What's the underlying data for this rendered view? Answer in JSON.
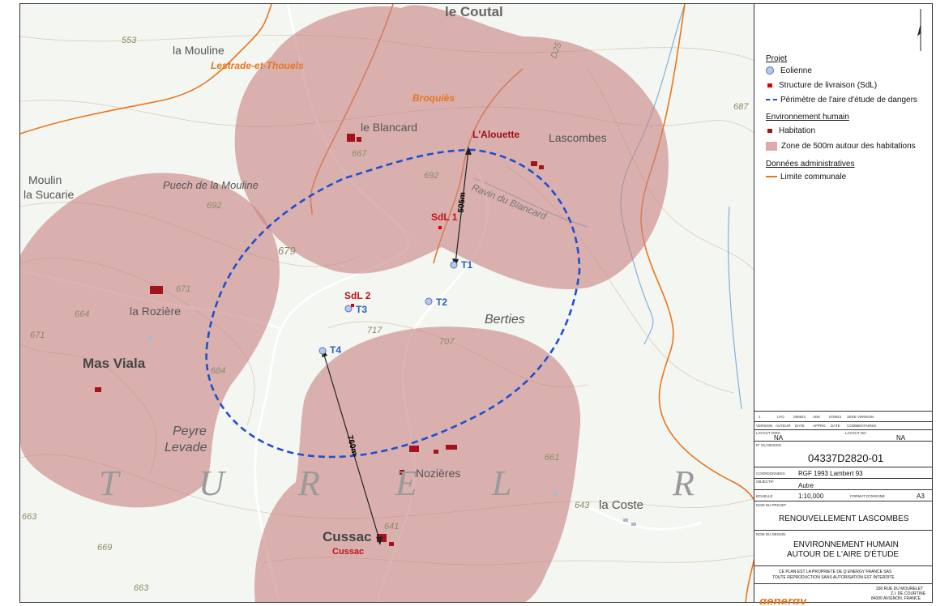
{
  "map": {
    "places": {
      "le_coutal": "le Coutal",
      "la_mouline": "la Mouline",
      "le_blancard": "le Blancard",
      "lascombes": "Lascombes",
      "moulin": "Moulin",
      "la_sucarie": "la Sucarie",
      "puech_de_la_mouline": "Puech de la Mouline",
      "la_roziere": "la Rozière",
      "mas_viala": "Mas Viala",
      "peyre": "Peyre",
      "levade": "Levade",
      "berties": "Berties",
      "nozieres": "Nozières",
      "la_coste": "la Coste",
      "cussac_grey": "Cussac",
      "ravin_du_blancard": "Ravin du Blancard"
    },
    "communes": {
      "lestrade": "Lestrade-et-Thouels",
      "broquies": "Broquiès",
      "cussac": "Cussac"
    },
    "alouette": "L'Alouette",
    "altitudes": [
      "553",
      "687",
      "667",
      "692",
      "692",
      "679",
      "671",
      "664",
      "671",
      "684",
      "717",
      "707",
      "661",
      "643",
      "641",
      "663",
      "669",
      "663",
      "D25"
    ],
    "turel_letters": [
      "T",
      "U",
      "R",
      "E",
      "L",
      "R"
    ],
    "turbines": [
      {
        "label": "T1"
      },
      {
        "label": "T2"
      },
      {
        "label": "T3"
      },
      {
        "label": "T4"
      }
    ],
    "sdl": [
      {
        "label": "SdL 1"
      },
      {
        "label": "SdL 2"
      }
    ],
    "distances": [
      "505m",
      "760m"
    ]
  },
  "legend": {
    "h_projet": "Projet",
    "eolienne": "Eolienne",
    "sdl": "Structure de livraison (SdL)",
    "perimetre": "Périmètre de l'aire d'étude de dangers",
    "h_env": "Environnement humain",
    "habitation": "Habitation",
    "zone": "Zone de 500m autour des habitations",
    "h_admin": "Données administratives",
    "limite": "Limite communale"
  },
  "titleblock": {
    "rev_row": [
      "1",
      "LFO",
      "050823",
      "ADK",
      "070823",
      "1ÈRE VERSION"
    ],
    "rev_head": [
      "VERSION",
      "AUTEUR",
      "DATE",
      "APPRO",
      "DATE",
      "COMMENTAIRES"
    ],
    "layout_dwg_label": "LAYOUT DWG",
    "layout_dwg": "NA",
    "layout_no_label": "LAYOUT NO.",
    "layout_no": "NA",
    "dessin_label": "N° DU DESSIN",
    "dessin": "04337D2820-01",
    "coord_label": "COORDONNEES",
    "coord": "RGF 1993 Lambert 93",
    "objectif_label": "OBJECTIF",
    "objectif": "Autre",
    "echelle_label": "ECHELLE",
    "echelle": "1:10,000",
    "format_label": "FORMAT D'ORIGINE",
    "format": "A3",
    "projet_label": "NOM DU PROJET",
    "projet": "RENOUVELLEMENT LASCOMBES",
    "nom_dessin_label": "NOM DU DESSIN",
    "nom_dessin_1": "ENVIRONNEMENT HUMAIN",
    "nom_dessin_2": "AUTOUR DE L'AIRE D'ÉTUDE",
    "note_1": "CE PLAN EST LA PROPRIETE DE Q ENERGY FRANCE SAS",
    "note_2": "TOUTE REPRODUCTION SANS AUTORISATION EST INTERDITE",
    "addr_1": "330 RUE DU MOURELET",
    "addr_2": "Z.I. DE COURTINE",
    "addr_3": "84000 AVIGNON, FRANCE",
    "logo": "qenergy"
  },
  "colors": {
    "zone": "#c88585",
    "perimeter": "#1f4fd0",
    "commune_line": "#e8761e",
    "habitation": "#a3131b",
    "turbine": "#b8c8ec"
  }
}
